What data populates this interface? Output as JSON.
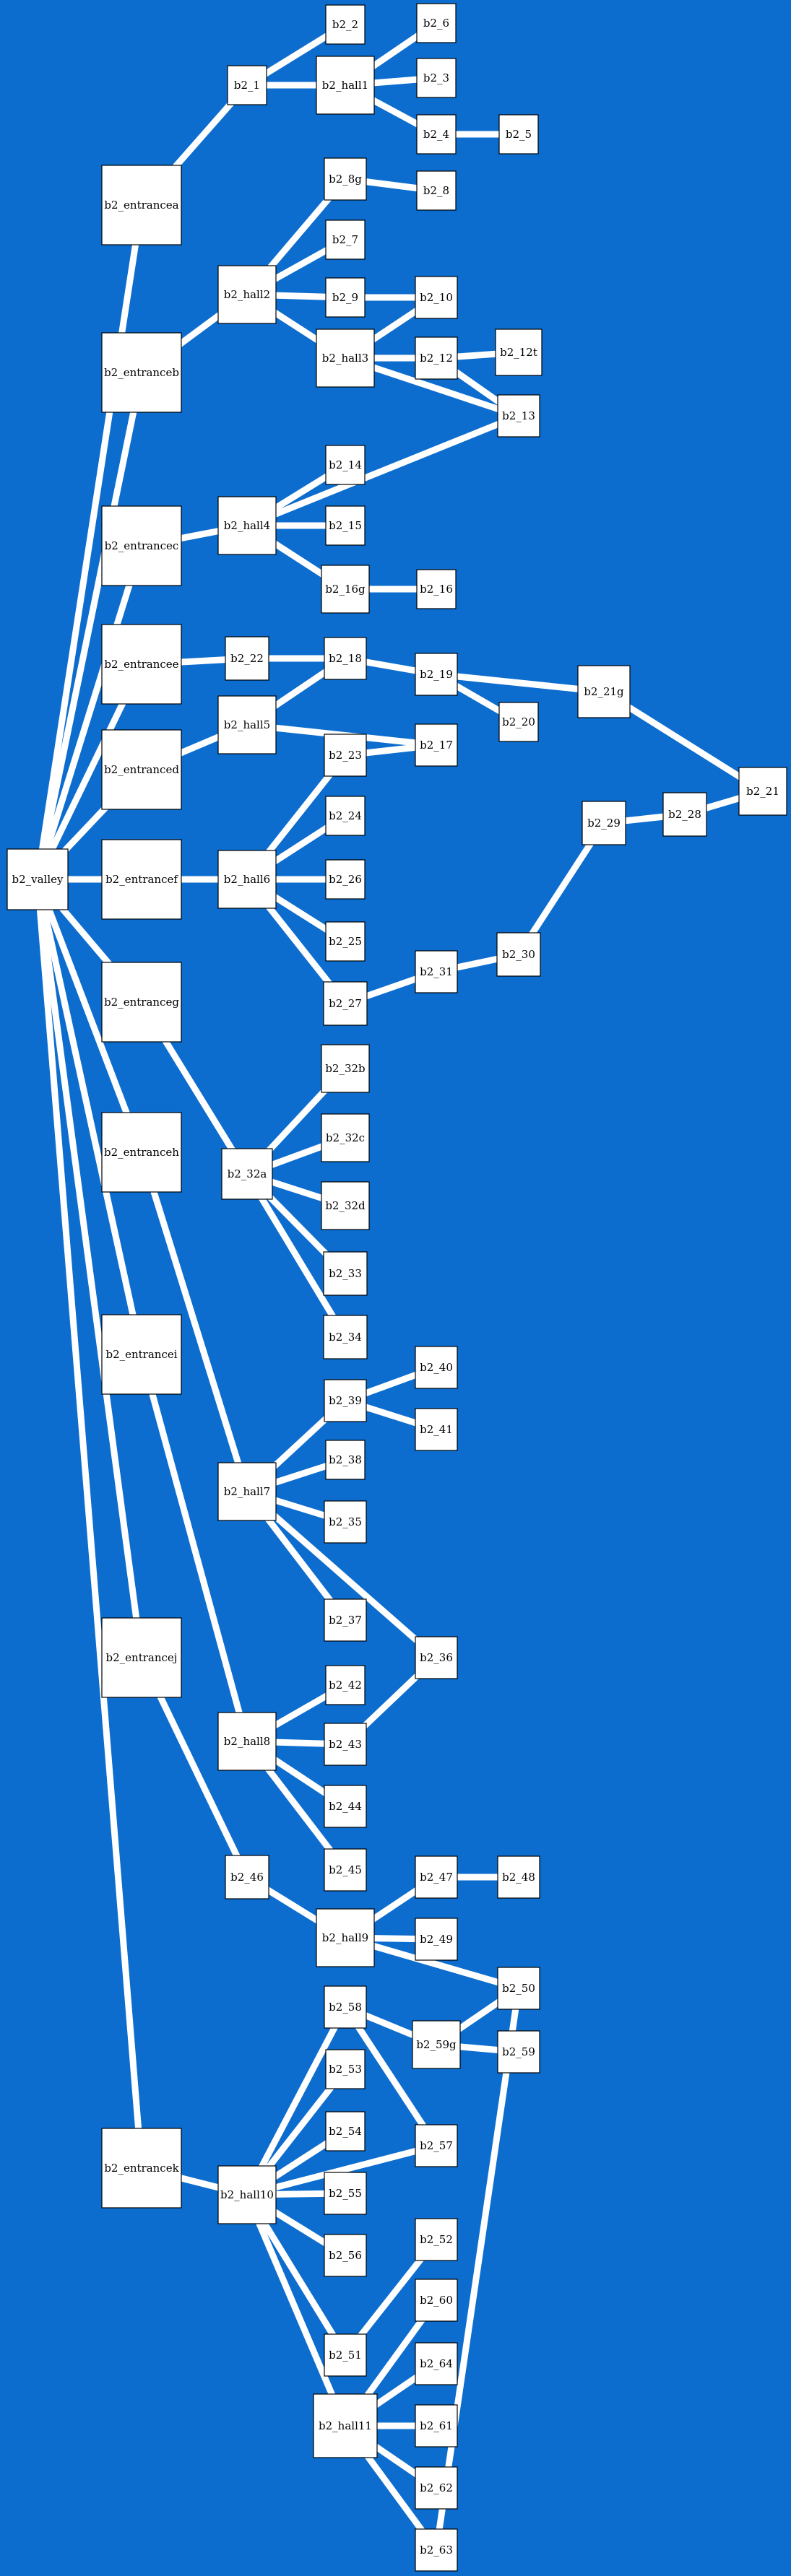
{
  "diagram": {
    "background": "#0c6dce",
    "node_fill": "#ffffff",
    "edge_color": "#ffffff",
    "nodes": [
      {
        "id": "b2_valley",
        "label": "b2_valley"
      },
      {
        "id": "b2_entrancea",
        "label": "b2_entrancea"
      },
      {
        "id": "b2_entranceb",
        "label": "b2_entranceb"
      },
      {
        "id": "b2_entrancec",
        "label": "b2_entrancec"
      },
      {
        "id": "b2_entrancee",
        "label": "b2_entrancee"
      },
      {
        "id": "b2_entranced",
        "label": "b2_entranced"
      },
      {
        "id": "b2_entrancef",
        "label": "b2_entrancef"
      },
      {
        "id": "b2_entranceg",
        "label": "b2_entranceg"
      },
      {
        "id": "b2_entranceh",
        "label": "b2_entranceh"
      },
      {
        "id": "b2_entrancei",
        "label": "b2_entrancei"
      },
      {
        "id": "b2_entrancej",
        "label": "b2_entrancej"
      },
      {
        "id": "b2_entrancek",
        "label": "b2_entrancek"
      },
      {
        "id": "b2_1",
        "label": "b2_1"
      },
      {
        "id": "b2_2",
        "label": "b2_2"
      },
      {
        "id": "b2_hall1",
        "label": "b2_hall1"
      },
      {
        "id": "b2_6",
        "label": "b2_6"
      },
      {
        "id": "b2_3",
        "label": "b2_3"
      },
      {
        "id": "b2_4",
        "label": "b2_4"
      },
      {
        "id": "b2_5",
        "label": "b2_5"
      },
      {
        "id": "b2_hall2",
        "label": "b2_hall2"
      },
      {
        "id": "b2_8g",
        "label": "b2_8g"
      },
      {
        "id": "b2_8",
        "label": "b2_8"
      },
      {
        "id": "b2_7",
        "label": "b2_7"
      },
      {
        "id": "b2_9",
        "label": "b2_9"
      },
      {
        "id": "b2_10",
        "label": "b2_10"
      },
      {
        "id": "b2_hall3",
        "label": "b2_hall3"
      },
      {
        "id": "b2_12",
        "label": "b2_12"
      },
      {
        "id": "b2_12t",
        "label": "b2_12t"
      },
      {
        "id": "b2_13",
        "label": "b2_13"
      },
      {
        "id": "b2_hall4",
        "label": "b2_hall4"
      },
      {
        "id": "b2_14",
        "label": "b2_14"
      },
      {
        "id": "b2_15",
        "label": "b2_15"
      },
      {
        "id": "b2_16g",
        "label": "b2_16g"
      },
      {
        "id": "b2_16",
        "label": "b2_16"
      },
      {
        "id": "b2_22",
        "label": "b2_22"
      },
      {
        "id": "b2_18",
        "label": "b2_18"
      },
      {
        "id": "b2_19",
        "label": "b2_19"
      },
      {
        "id": "b2_20",
        "label": "b2_20"
      },
      {
        "id": "b2_21g",
        "label": "b2_21g"
      },
      {
        "id": "b2_21",
        "label": "b2_21"
      },
      {
        "id": "b2_hall5",
        "label": "b2_hall5"
      },
      {
        "id": "b2_17",
        "label": "b2_17"
      },
      {
        "id": "b2_23",
        "label": "b2_23"
      },
      {
        "id": "b2_hall6",
        "label": "b2_hall6"
      },
      {
        "id": "b2_24",
        "label": "b2_24"
      },
      {
        "id": "b2_26",
        "label": "b2_26"
      },
      {
        "id": "b2_25",
        "label": "b2_25"
      },
      {
        "id": "b2_27",
        "label": "b2_27"
      },
      {
        "id": "b2_31",
        "label": "b2_31"
      },
      {
        "id": "b2_30",
        "label": "b2_30"
      },
      {
        "id": "b2_29",
        "label": "b2_29"
      },
      {
        "id": "b2_28",
        "label": "b2_28"
      },
      {
        "id": "b2_32a",
        "label": "b2_32a"
      },
      {
        "id": "b2_32b",
        "label": "b2_32b"
      },
      {
        "id": "b2_32c",
        "label": "b2_32c"
      },
      {
        "id": "b2_32d",
        "label": "b2_32d"
      },
      {
        "id": "b2_33",
        "label": "b2_33"
      },
      {
        "id": "b2_34",
        "label": "b2_34"
      },
      {
        "id": "b2_hall7",
        "label": "b2_hall7"
      },
      {
        "id": "b2_39",
        "label": "b2_39"
      },
      {
        "id": "b2_40",
        "label": "b2_40"
      },
      {
        "id": "b2_41",
        "label": "b2_41"
      },
      {
        "id": "b2_38",
        "label": "b2_38"
      },
      {
        "id": "b2_35",
        "label": "b2_35"
      },
      {
        "id": "b2_37",
        "label": "b2_37"
      },
      {
        "id": "b2_36",
        "label": "b2_36"
      },
      {
        "id": "b2_hall8",
        "label": "b2_hall8"
      },
      {
        "id": "b2_42",
        "label": "b2_42"
      },
      {
        "id": "b2_43",
        "label": "b2_43"
      },
      {
        "id": "b2_44",
        "label": "b2_44"
      },
      {
        "id": "b2_45",
        "label": "b2_45"
      },
      {
        "id": "b2_46",
        "label": "b2_46"
      },
      {
        "id": "b2_hall9",
        "label": "b2_hall9"
      },
      {
        "id": "b2_47",
        "label": "b2_47"
      },
      {
        "id": "b2_48",
        "label": "b2_48"
      },
      {
        "id": "b2_49",
        "label": "b2_49"
      },
      {
        "id": "b2_50",
        "label": "b2_50"
      },
      {
        "id": "b2_58",
        "label": "b2_58"
      },
      {
        "id": "b2_59g",
        "label": "b2_59g"
      },
      {
        "id": "b2_59",
        "label": "b2_59"
      },
      {
        "id": "b2_53",
        "label": "b2_53"
      },
      {
        "id": "b2_54",
        "label": "b2_54"
      },
      {
        "id": "b2_57",
        "label": "b2_57"
      },
      {
        "id": "b2_hall10",
        "label": "b2_hall10"
      },
      {
        "id": "b2_55",
        "label": "b2_55"
      },
      {
        "id": "b2_56",
        "label": "b2_56"
      },
      {
        "id": "b2_52",
        "label": "b2_52"
      },
      {
        "id": "b2_60",
        "label": "b2_60"
      },
      {
        "id": "b2_51",
        "label": "b2_51"
      },
      {
        "id": "b2_64",
        "label": "b2_64"
      },
      {
        "id": "b2_hall11",
        "label": "b2_hall11"
      },
      {
        "id": "b2_61",
        "label": "b2_61"
      },
      {
        "id": "b2_62",
        "label": "b2_62"
      },
      {
        "id": "b2_63",
        "label": "b2_63"
      }
    ],
    "edges": [
      [
        "b2_valley",
        "b2_entrancea"
      ],
      [
        "b2_valley",
        "b2_entranceb"
      ],
      [
        "b2_valley",
        "b2_entrancec"
      ],
      [
        "b2_valley",
        "b2_entrancee"
      ],
      [
        "b2_valley",
        "b2_entranced"
      ],
      [
        "b2_valley",
        "b2_entrancef"
      ],
      [
        "b2_valley",
        "b2_entranceg"
      ],
      [
        "b2_valley",
        "b2_entranceh"
      ],
      [
        "b2_valley",
        "b2_entrancei"
      ],
      [
        "b2_valley",
        "b2_entrancej"
      ],
      [
        "b2_valley",
        "b2_entrancek"
      ],
      [
        "b2_entrancea",
        "b2_1"
      ],
      [
        "b2_1",
        "b2_2"
      ],
      [
        "b2_1",
        "b2_hall1"
      ],
      [
        "b2_hall1",
        "b2_6"
      ],
      [
        "b2_hall1",
        "b2_3"
      ],
      [
        "b2_hall1",
        "b2_4"
      ],
      [
        "b2_4",
        "b2_5"
      ],
      [
        "b2_entranceb",
        "b2_hall2"
      ],
      [
        "b2_hall2",
        "b2_8g"
      ],
      [
        "b2_8g",
        "b2_8"
      ],
      [
        "b2_hall2",
        "b2_7"
      ],
      [
        "b2_hall2",
        "b2_9"
      ],
      [
        "b2_9",
        "b2_10"
      ],
      [
        "b2_hall2",
        "b2_hall3"
      ],
      [
        "b2_hall3",
        "b2_10"
      ],
      [
        "b2_hall3",
        "b2_12"
      ],
      [
        "b2_12",
        "b2_12t"
      ],
      [
        "b2_12",
        "b2_13"
      ],
      [
        "b2_hall3",
        "b2_13"
      ],
      [
        "b2_entrancec",
        "b2_hall4"
      ],
      [
        "b2_hall4",
        "b2_13"
      ],
      [
        "b2_hall4",
        "b2_14"
      ],
      [
        "b2_hall4",
        "b2_15"
      ],
      [
        "b2_hall4",
        "b2_16g"
      ],
      [
        "b2_16g",
        "b2_16"
      ],
      [
        "b2_entrancee",
        "b2_22"
      ],
      [
        "b2_22",
        "b2_18"
      ],
      [
        "b2_18",
        "b2_19"
      ],
      [
        "b2_19",
        "b2_20"
      ],
      [
        "b2_19",
        "b2_21g"
      ],
      [
        "b2_21g",
        "b2_21"
      ],
      [
        "b2_entranced",
        "b2_hall5"
      ],
      [
        "b2_hall5",
        "b2_18"
      ],
      [
        "b2_hall5",
        "b2_17"
      ],
      [
        "b2_entrancef",
        "b2_hall6"
      ],
      [
        "b2_hall6",
        "b2_23"
      ],
      [
        "b2_23",
        "b2_17"
      ],
      [
        "b2_hall6",
        "b2_24"
      ],
      [
        "b2_hall6",
        "b2_26"
      ],
      [
        "b2_hall6",
        "b2_25"
      ],
      [
        "b2_hall6",
        "b2_27"
      ],
      [
        "b2_27",
        "b2_31"
      ],
      [
        "b2_31",
        "b2_30"
      ],
      [
        "b2_30",
        "b2_29"
      ],
      [
        "b2_29",
        "b2_28"
      ],
      [
        "b2_28",
        "b2_21"
      ],
      [
        "b2_entranceg",
        "b2_32a"
      ],
      [
        "b2_32a",
        "b2_32b"
      ],
      [
        "b2_32a",
        "b2_32c"
      ],
      [
        "b2_32a",
        "b2_32d"
      ],
      [
        "b2_32a",
        "b2_33"
      ],
      [
        "b2_32a",
        "b2_34"
      ],
      [
        "b2_entranceh",
        "b2_hall7"
      ],
      [
        "b2_hall7",
        "b2_39"
      ],
      [
        "b2_39",
        "b2_40"
      ],
      [
        "b2_39",
        "b2_41"
      ],
      [
        "b2_hall7",
        "b2_38"
      ],
      [
        "b2_hall7",
        "b2_35"
      ],
      [
        "b2_hall7",
        "b2_37"
      ],
      [
        "b2_hall7",
        "b2_36"
      ],
      [
        "b2_entrancei",
        "b2_hall8"
      ],
      [
        "b2_hall8",
        "b2_42"
      ],
      [
        "b2_hall8",
        "b2_43"
      ],
      [
        "b2_hall8",
        "b2_44"
      ],
      [
        "b2_hall8",
        "b2_45"
      ],
      [
        "b2_43",
        "b2_36"
      ],
      [
        "b2_entrancej",
        "b2_46"
      ],
      [
        "b2_46",
        "b2_hall9"
      ],
      [
        "b2_hall9",
        "b2_47"
      ],
      [
        "b2_47",
        "b2_48"
      ],
      [
        "b2_hall9",
        "b2_49"
      ],
      [
        "b2_hall9",
        "b2_50"
      ],
      [
        "b2_entrancek",
        "b2_hall10"
      ],
      [
        "b2_hall10",
        "b2_58"
      ],
      [
        "b2_58",
        "b2_59g"
      ],
      [
        "b2_59g",
        "b2_59"
      ],
      [
        "b2_58",
        "b2_57"
      ],
      [
        "b2_hall10",
        "b2_53"
      ],
      [
        "b2_hall10",
        "b2_54"
      ],
      [
        "b2_hall10",
        "b2_55"
      ],
      [
        "b2_hall10",
        "b2_56"
      ],
      [
        "b2_hall10",
        "b2_57"
      ],
      [
        "b2_hall10",
        "b2_51"
      ],
      [
        "b2_51",
        "b2_52"
      ],
      [
        "b2_hall10",
        "b2_hall11"
      ],
      [
        "b2_hall11",
        "b2_60"
      ],
      [
        "b2_hall11",
        "b2_64"
      ],
      [
        "b2_hall11",
        "b2_61"
      ],
      [
        "b2_hall11",
        "b2_62"
      ],
      [
        "b2_hall11",
        "b2_63"
      ],
      [
        "b2_63",
        "b2_50"
      ],
      [
        "b2_59g",
        "b2_50"
      ]
    ]
  }
}
